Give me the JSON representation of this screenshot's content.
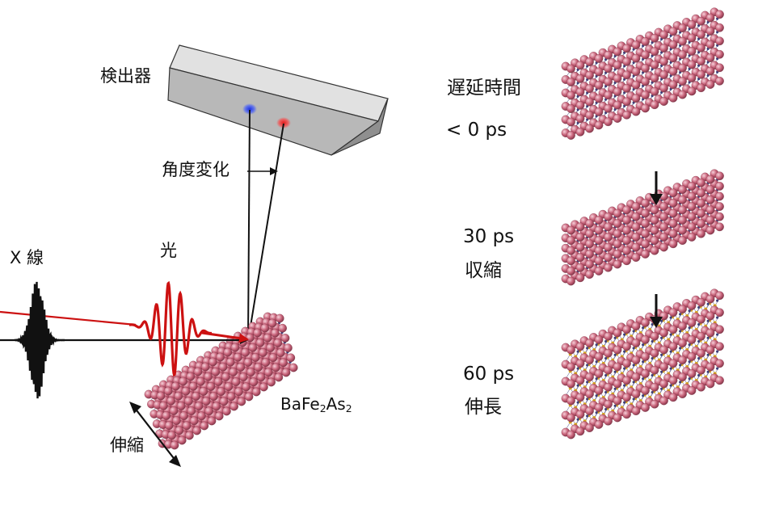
{
  "labels": {
    "detector": "検出器",
    "angle_change": "角度変化",
    "xray": "X 線",
    "light": "光",
    "expansion_contraction": "伸縮",
    "compound_main": "BaFe",
    "compound_sub1": "2",
    "compound_as": "As",
    "compound_sub2": "2"
  },
  "timeline": [
    {
      "line1": "遅延時間",
      "line2": "< 0 ps"
    },
    {
      "line1": "30 ps",
      "line2": "収縮"
    },
    {
      "line1": "60 ps",
      "line2": "伸長"
    }
  ],
  "colors": {
    "xray_pulse": "#111111",
    "light_pulse": "#cc1111",
    "atom_ba": "#c8637a",
    "atom_fe": "#d9a520",
    "atom_as": "#3c3f7a",
    "detector_body": "#b9b9b9",
    "spot_before": "#1a2ee0",
    "spot_after": "#e01a1a"
  }
}
